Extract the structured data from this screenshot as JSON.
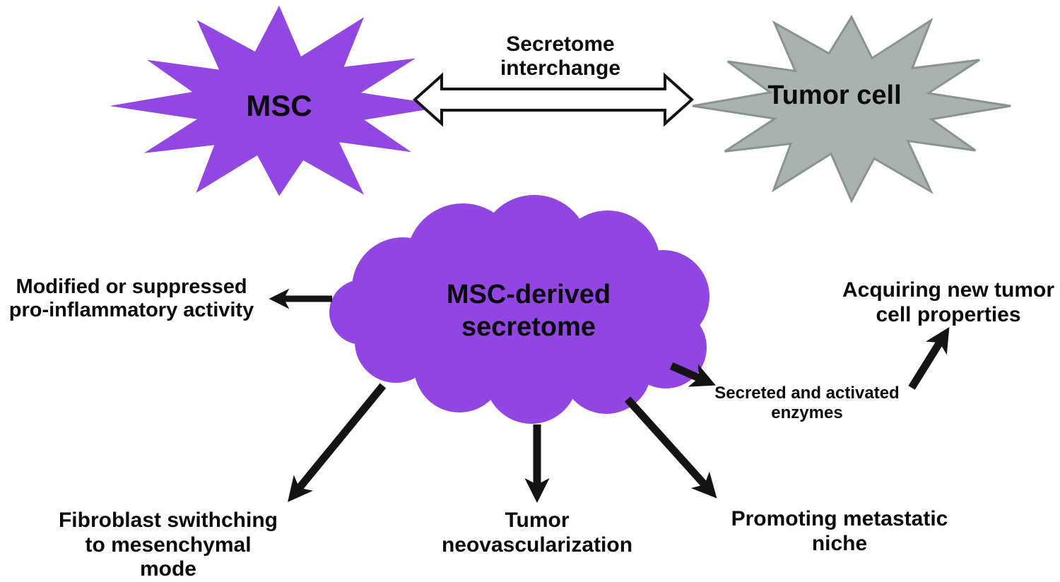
{
  "canvas": {
    "background": "#ffffff"
  },
  "colors": {
    "msc_purple": "#9246E2",
    "cloud_purple": "#9145E1",
    "tumor_gray": "#A9B2AE",
    "tumor_gray_stroke": "#8A938F",
    "interchange_arrow_fill": "#ffffff",
    "interchange_arrow_stroke": "#141414",
    "arrow_black": "#141414",
    "text_black": "#0b0b0b"
  },
  "nodes": {
    "msc": {
      "label": "MSC"
    },
    "tumor_cell": {
      "label": "Tumor cell"
    },
    "cloud": {
      "label": "MSC-derived secretome"
    }
  },
  "labels": {
    "interchange": "Secretome interchange",
    "modified_activity": "Modified or suppressed pro-inflammatory activity",
    "secreted_enzymes": "Secreted and activated enzymes",
    "acquiring_properties": "Acquiring new tumor cell properties",
    "fibroblast_switch": "Fibroblast swithching to mesenchymal mode",
    "neovascularization": "Tumor neovascularization",
    "metastatic_niche": "Promoting metastatic niche"
  }
}
